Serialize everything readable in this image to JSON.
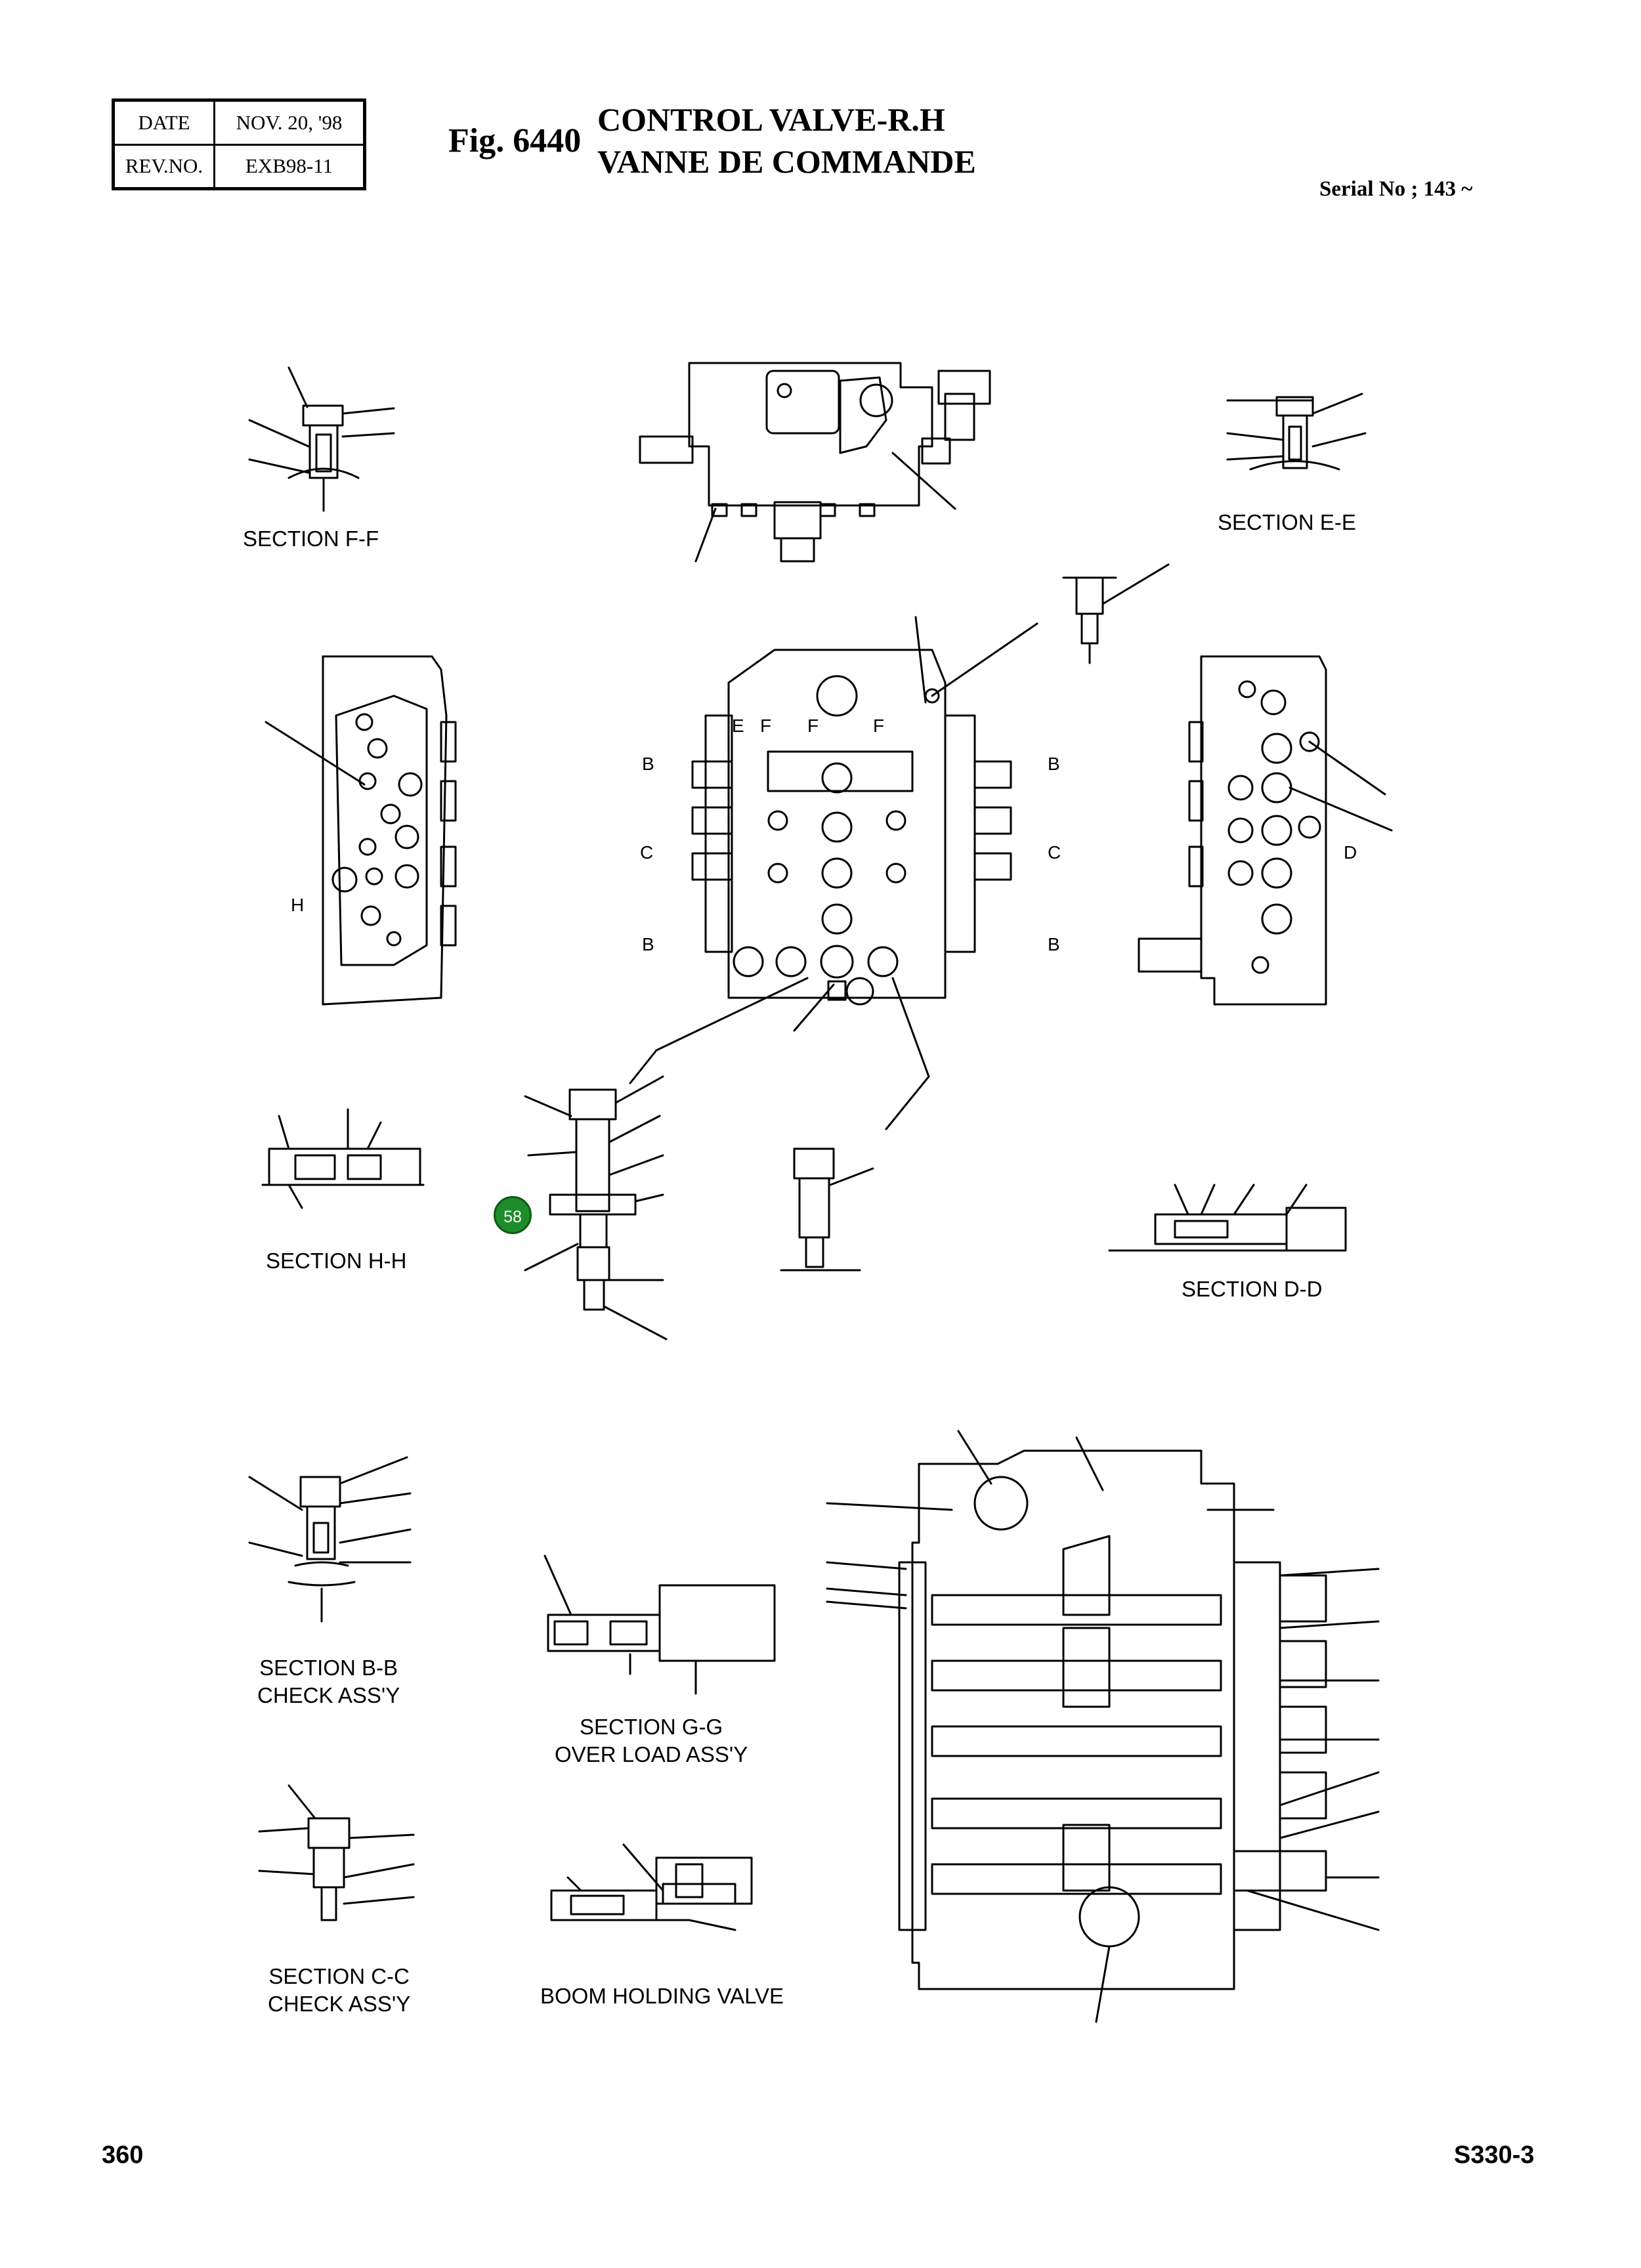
{
  "header": {
    "date_label": "DATE",
    "date_value": "NOV. 20, '98",
    "rev_label": "REV.NO.",
    "rev_value": "EXB98-11",
    "fig_number": "Fig. 6440",
    "title_en": "CONTROL VALVE-R.H",
    "title_fr": "VANNE DE COMMANDE",
    "serial": "Serial No ; 143 ~"
  },
  "sections": {
    "ff": "SECTION F-F",
    "ee": "SECTION E-E",
    "hh": "SECTION H-H",
    "dd": "SECTION D-D",
    "bb_1": "SECTION B-B",
    "bb_2": "CHECK ASS'Y",
    "gg_1": "SECTION G-G",
    "gg_2": "OVER LOAD ASS'Y",
    "cc_1": "SECTION C-C",
    "cc_2": "CHECK ASS'Y",
    "boom": "BOOM HOLDING VALVE"
  },
  "section_markers": {
    "b": "B",
    "c": "C",
    "d": "D",
    "e": "E",
    "f": "F",
    "h": "H"
  },
  "callout_badge": "58",
  "footer": {
    "page_number": "360",
    "model": "S330-3"
  }
}
